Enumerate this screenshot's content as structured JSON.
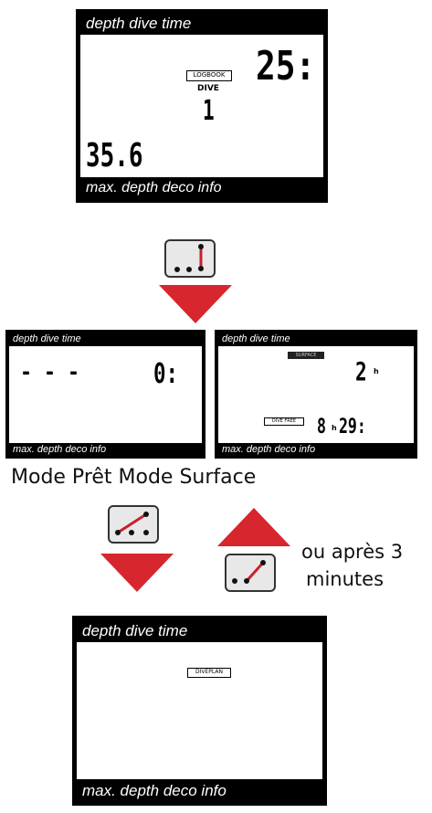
{
  "screen_top": {
    "header": "depth dive time",
    "footer": "max. depth deco info",
    "dive_time": "25:",
    "logbook_label": "LOGBOOK",
    "dive_label": "DIVE",
    "dive_number": "1",
    "max_depth": "35.6"
  },
  "screen_ready": {
    "header": "depth dive time",
    "footer": "max. depth deco info",
    "depth_placeholder": "- - -",
    "dive_time": "0:"
  },
  "screen_surface": {
    "header": "depth dive time",
    "footer": "max. depth deco info",
    "top_chip": "SURFACE",
    "top_value": "2",
    "top_unit": "h",
    "bottom_chip": "DIVE FREE",
    "bottom_hours": "8",
    "bottom_unit": "h",
    "bottom_minutes": "29:"
  },
  "caption_modes": "Mode Prêt Mode Surface",
  "caption_after": {
    "line1": "ou après 3",
    "line2": "minutes"
  },
  "screen_bottom": {
    "header": "depth dive time",
    "footer": "max. depth deco info",
    "diveplan_label": "DIVEPLAN"
  },
  "colors": {
    "arrow_red": "#d7262e",
    "button_line": "#c8202a",
    "lcd_black": "#000000"
  },
  "icons": [
    "button-press-right-icon",
    "button-press-diagonal-icon",
    "arrow-down-icon",
    "arrow-up-icon"
  ]
}
